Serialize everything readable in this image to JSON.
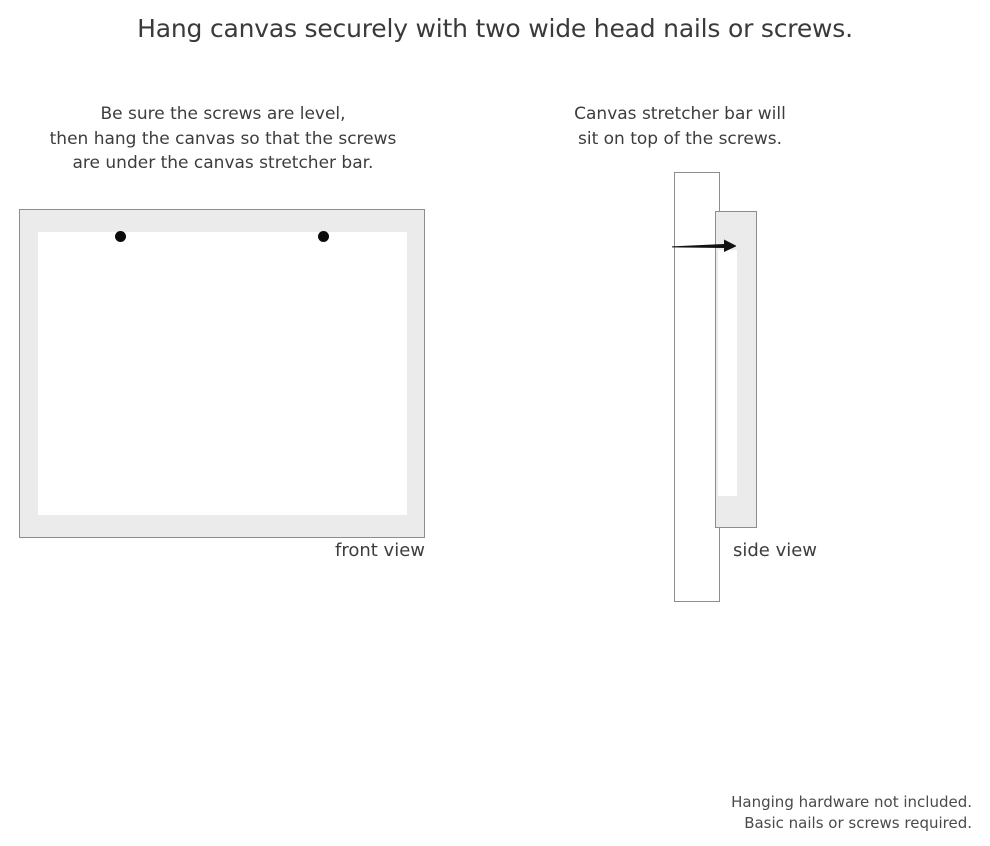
{
  "page": {
    "title": "Hang canvas securely with two wide head nails or screws.",
    "background_color": "#ffffff",
    "text_color": "#3b3b3b"
  },
  "diagram": {
    "front_view": {
      "caption_line_1": "Be sure the screws are level,",
      "caption_line_2": "then hang the canvas so that the screws",
      "caption_line_3": "are under the canvas stretcher bar.",
      "label": "front view",
      "frame_color": "#ebebeb",
      "frame_border_color": "#8d8d8d",
      "canvas_color": "#ffffff",
      "screw_color": "#0b0b0b",
      "screw_count": 2
    },
    "side_view": {
      "caption_line_1": "Canvas stretcher bar will",
      "caption_line_2": "sit on top of the screws.",
      "label": "side view",
      "wall_color": "#ffffff",
      "wall_border_color": "#8d8d8d",
      "stretcher_bar_color": "#ebebeb",
      "stretcher_bar_inner_color": "#ffffff",
      "nail_color": "#111111"
    }
  },
  "footer": {
    "line_1": "Hanging hardware not included.",
    "line_2": "Basic nails or screws required."
  }
}
